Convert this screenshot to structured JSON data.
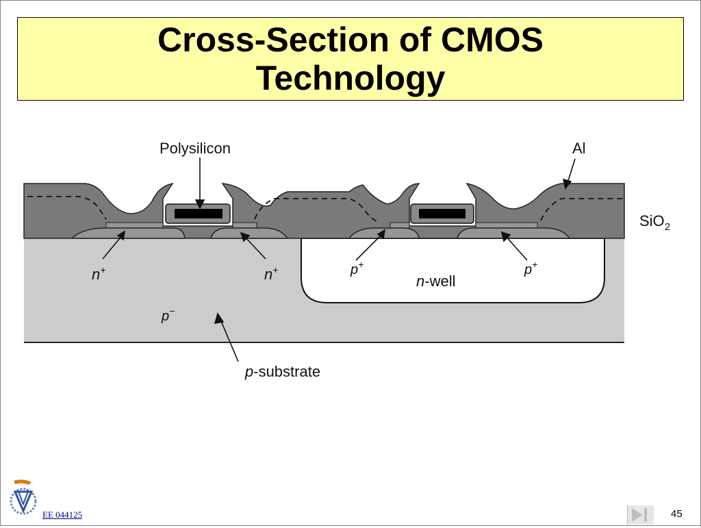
{
  "slide": {
    "title_line1": "Cross-Section of CMOS",
    "title_line2": "Technology",
    "footer_course": "EE 044125",
    "page_number": "45"
  },
  "diagram": {
    "labels": {
      "polysilicon": "Polysilicon",
      "al": "Al",
      "sio2_main": "SiO",
      "sio2_sub": "2",
      "n_plus_left": "n",
      "n_plus_right": "n",
      "plus": "+",
      "p_plus_left": "p",
      "p_plus_right": "p",
      "n_well_italic": "n",
      "n_well_rest": "-well",
      "p_minus": "p",
      "minus": "−",
      "p_substrate_italic": "p",
      "p_substrate_rest": "-substrate"
    },
    "colors": {
      "title_bg": "#ffffa8",
      "oxide": "#7a7a7a",
      "thin_oxide": "#969696",
      "substrate": "#cccccc",
      "metal": "#000000"
    }
  }
}
